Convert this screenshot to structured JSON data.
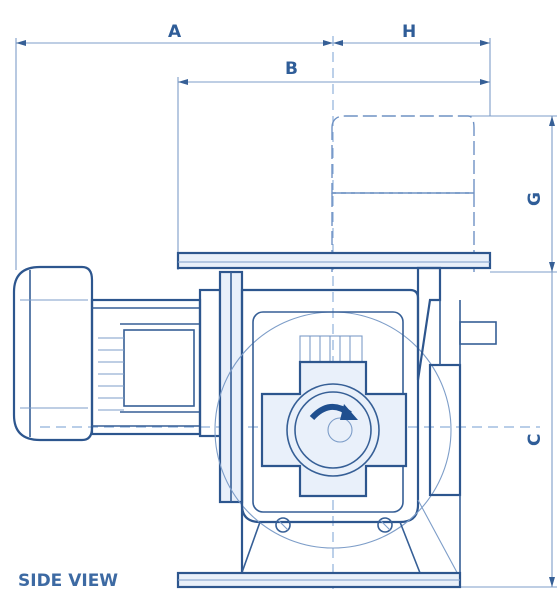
{
  "dimensions": {
    "a": "A",
    "b": "B",
    "h": "H",
    "g": "G",
    "c": "C"
  },
  "caption": "SIDE VIEW",
  "colors": {
    "line": "#365f96",
    "light_line": "#8fb0da",
    "text": "#2f5d98"
  },
  "icons": {
    "rotation": "rotation-arrow-icon"
  }
}
